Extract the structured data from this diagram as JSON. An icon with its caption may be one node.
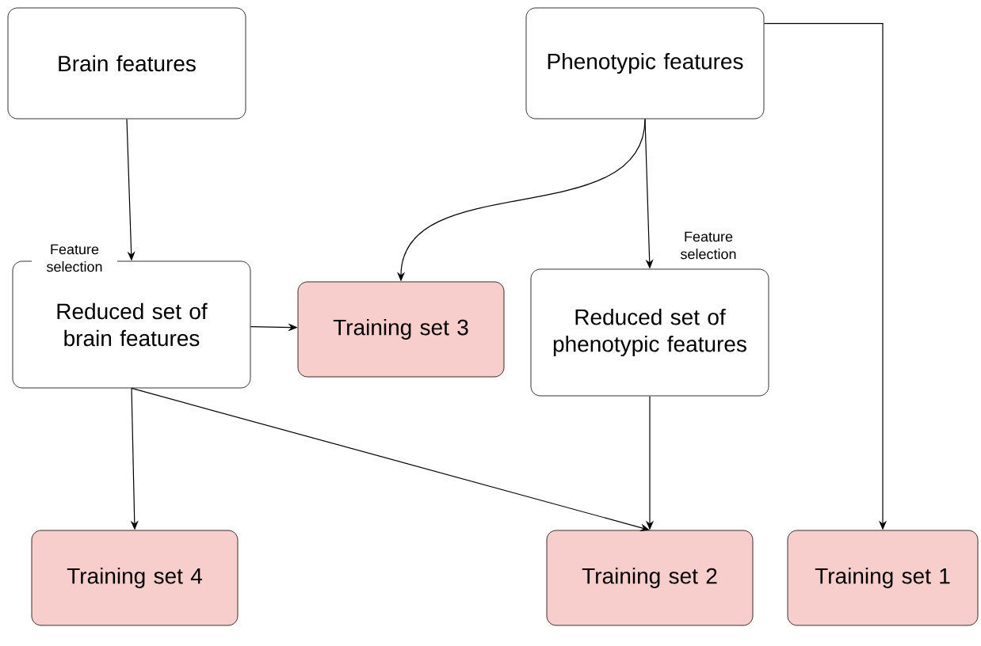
{
  "diagram": {
    "nodes": [
      {
        "text": [
          "Brain features"
        ]
      },
      {
        "text": [
          "Phenotypic features"
        ]
      },
      {
        "text": [
          "Reduced set of brain features"
        ]
      },
      {
        "text": [
          "Training set 3"
        ]
      },
      {
        "text": [
          "Reduced set of phenotypic features"
        ]
      },
      {
        "text": [
          "Training set 4"
        ]
      },
      {
        "text": [
          "Training set 2"
        ]
      },
      {
        "text": [
          "Training set 1"
        ]
      }
    ],
    "edges": [
      {
        "from": 0,
        "to": 2,
        "arrow": "to",
        "label": "Feature selection"
      },
      {
        "from": 1,
        "to": 3,
        "arrow": "to"
      },
      {
        "from": 1,
        "to": 4,
        "arrow": "to",
        "label": "Feature selection"
      },
      {
        "from": 1,
        "to": 7,
        "arrow": "to"
      },
      {
        "from": 2,
        "to": 3,
        "arrow": "to"
      },
      {
        "from": 2,
        "to": 5,
        "arrow": "to"
      },
      {
        "from": 2,
        "to": 6,
        "arrow": "to"
      },
      {
        "from": 4,
        "to": 6,
        "arrow": "to"
      }
    ]
  }
}
